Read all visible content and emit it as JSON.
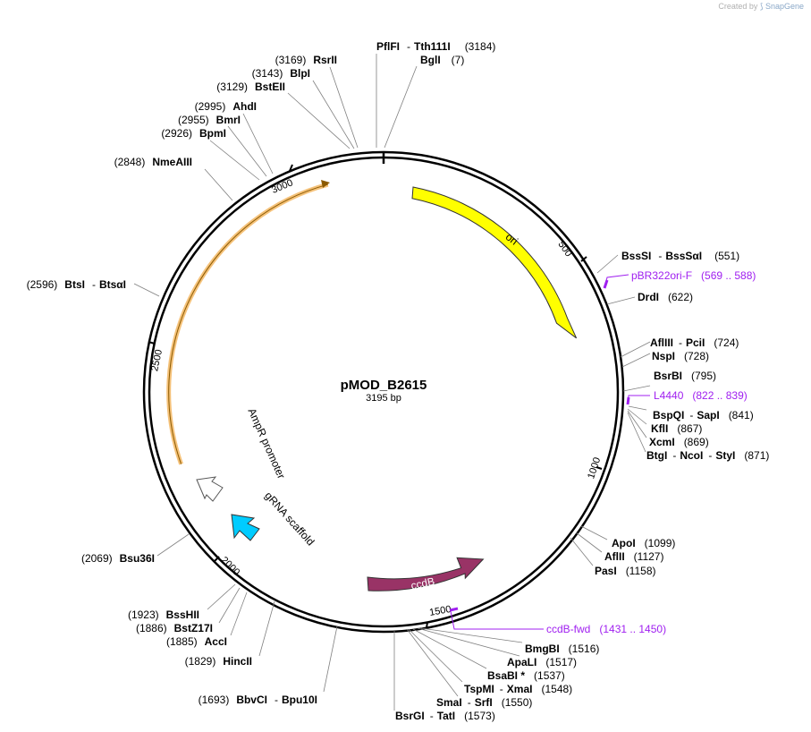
{
  "credit": {
    "prefix": "Created by",
    "brand": "SnapGene"
  },
  "plasmid": {
    "name": "pMOD_B2615",
    "length_label": "3195 bp"
  },
  "ticks": [
    "3000",
    "500",
    "1000",
    "1500",
    "2000",
    "2500"
  ],
  "features": [
    {
      "label": "ori",
      "color": "#ffff00",
      "text_color": "#000000"
    },
    {
      "label": "ccdB",
      "color": "#993366",
      "text_color": "#ffffff"
    },
    {
      "label": "gRNA scaffold",
      "color": "#00ccff",
      "text_color": "#000000"
    },
    {
      "label": "AmpR promoter",
      "color": "#ffffff",
      "text_color": "#000000"
    },
    {
      "label": "",
      "color": "#f5c27a",
      "text_color": "#000000"
    }
  ],
  "sites": [
    {
      "id": "pflfi",
      "names": [
        "PflFI",
        "Tth111I"
      ],
      "pos": "(3184)"
    },
    {
      "id": "bgli",
      "names": [
        "BglI"
      ],
      "pos": "(7)"
    },
    {
      "id": "rsrii",
      "names": [
        "RsrII"
      ],
      "pos": "(3169)"
    },
    {
      "id": "blpi",
      "names": [
        "BlpI"
      ],
      "pos": "(3143)"
    },
    {
      "id": "bsteii",
      "names": [
        "BstEII"
      ],
      "pos": "(3129)"
    },
    {
      "id": "ahdi",
      "names": [
        "AhdI"
      ],
      "pos": "(2995)"
    },
    {
      "id": "bmri",
      "names": [
        "BmrI"
      ],
      "pos": "(2955)"
    },
    {
      "id": "bpmi",
      "names": [
        "BpmI"
      ],
      "pos": "(2926)"
    },
    {
      "id": "nmeaiii",
      "names": [
        "NmeAIII"
      ],
      "pos": "(2848)"
    },
    {
      "id": "btsi",
      "names": [
        "BtsI",
        "BtsαI"
      ],
      "pos": "(2596)"
    },
    {
      "id": "bsu36i",
      "names": [
        "Bsu36I"
      ],
      "pos": "(2069)"
    },
    {
      "id": "bsshii",
      "names": [
        "BssHII"
      ],
      "pos": "(1923)"
    },
    {
      "id": "bstz17i",
      "names": [
        "BstZ17I"
      ],
      "pos": "(1886)"
    },
    {
      "id": "acci",
      "names": [
        "AccI"
      ],
      "pos": "(1885)"
    },
    {
      "id": "hincii",
      "names": [
        "HincII"
      ],
      "pos": "(1829)"
    },
    {
      "id": "bbvci",
      "names": [
        "BbvCI",
        "Bpu10I"
      ],
      "pos": "(1693)"
    },
    {
      "id": "bsrgi",
      "names": [
        "BsrGI",
        "TatI"
      ],
      "pos": "(1573)"
    },
    {
      "id": "smai",
      "names": [
        "SmaI",
        "SrfI"
      ],
      "pos": "(1550)"
    },
    {
      "id": "tspmi",
      "names": [
        "TspMI",
        "XmaI"
      ],
      "pos": "(1548)"
    },
    {
      "id": "bsabi",
      "names": [
        "BsaBI *"
      ],
      "pos": "(1537)"
    },
    {
      "id": "apali",
      "names": [
        "ApaLI"
      ],
      "pos": "(1517)"
    },
    {
      "id": "bmgbi",
      "names": [
        "BmgBI"
      ],
      "pos": "(1516)"
    },
    {
      "id": "pasi",
      "names": [
        "PasI"
      ],
      "pos": "(1158)"
    },
    {
      "id": "aflii",
      "names": [
        "AflII"
      ],
      "pos": "(1127)"
    },
    {
      "id": "apoi",
      "names": [
        "ApoI"
      ],
      "pos": "(1099)"
    },
    {
      "id": "btgi",
      "names": [
        "BtgI",
        "NcoI",
        "StyI"
      ],
      "pos": "(871)"
    },
    {
      "id": "xcmi",
      "names": [
        "XcmI"
      ],
      "pos": "(869)"
    },
    {
      "id": "kfli",
      "names": [
        "KflI"
      ],
      "pos": "(867)"
    },
    {
      "id": "bspqi",
      "names": [
        "BspQI",
        "SapI"
      ],
      "pos": "(841)"
    },
    {
      "id": "bsrbi",
      "names": [
        "BsrBI"
      ],
      "pos": "(795)"
    },
    {
      "id": "nspi",
      "names": [
        "NspI"
      ],
      "pos": "(728)"
    },
    {
      "id": "afliii",
      "names": [
        "AflIII",
        "PciI"
      ],
      "pos": "(724)"
    },
    {
      "id": "drdi",
      "names": [
        "DrdI"
      ],
      "pos": "(622)"
    },
    {
      "id": "bsssi",
      "names": [
        "BssSI",
        "BssSαI"
      ],
      "pos": "(551)"
    }
  ],
  "primers": [
    {
      "id": "pbr322",
      "name": "pBR322ori-F",
      "range": "(569 .. 588)"
    },
    {
      "id": "l4440",
      "name": "L4440",
      "range": "(822 .. 839)"
    },
    {
      "id": "ccdbfwd",
      "name": "ccdB-fwd",
      "range": "(1431 .. 1450)"
    }
  ]
}
